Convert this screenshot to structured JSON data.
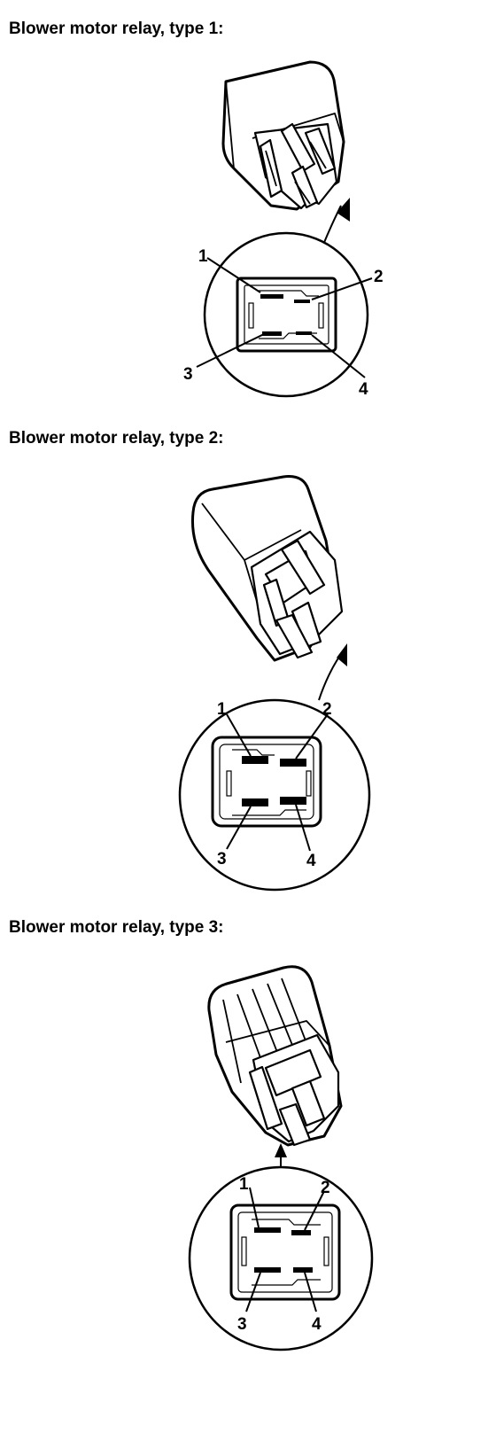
{
  "sections": [
    {
      "title": "Blower motor relay, type 1:",
      "terminals": [
        "1",
        "2",
        "3",
        "4"
      ]
    },
    {
      "title": "Blower motor relay, type 2:",
      "terminals": [
        "1",
        "2",
        "3",
        "4"
      ]
    },
    {
      "title": "Blower motor relay, type 3:",
      "terminals": [
        "1",
        "2",
        "3",
        "4"
      ]
    }
  ]
}
